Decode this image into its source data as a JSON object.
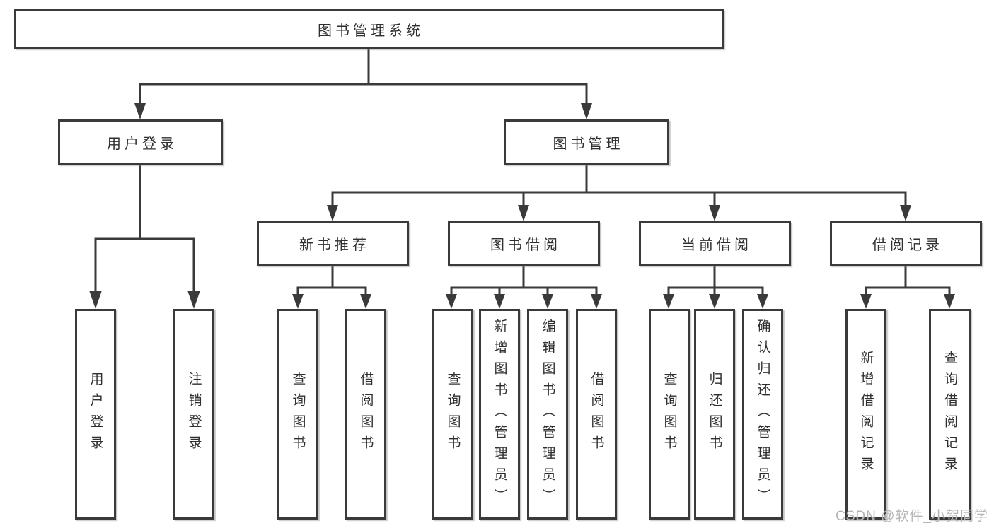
{
  "diagram": {
    "root": "图书管理系统",
    "login": {
      "label": "用户登录",
      "children": [
        "用户登录",
        "注销登录"
      ]
    },
    "manage": {
      "label": "图书管理",
      "groups": [
        {
          "label": "新书推荐",
          "children": [
            "查询图书",
            "借阅图书"
          ]
        },
        {
          "label": "图书借阅",
          "children": [
            "查询图书",
            "新增图书（管理员）",
            "编辑图书（管理员）",
            "借阅图书"
          ]
        },
        {
          "label": "当前借阅",
          "children": [
            "查询图书",
            "归还图书",
            "确认归还（管理员）"
          ]
        },
        {
          "label": "借阅记录",
          "children": [
            "新增借阅记录",
            "查询借阅记录"
          ]
        }
      ]
    }
  },
  "watermark": "CSDN @软件_小贺同学",
  "colors": {
    "line": "#3a3a3a",
    "text": "#2f2f2f",
    "box_background": "#ffffff",
    "watermark": "#b5b5b5",
    "background": "#ffffff"
  }
}
